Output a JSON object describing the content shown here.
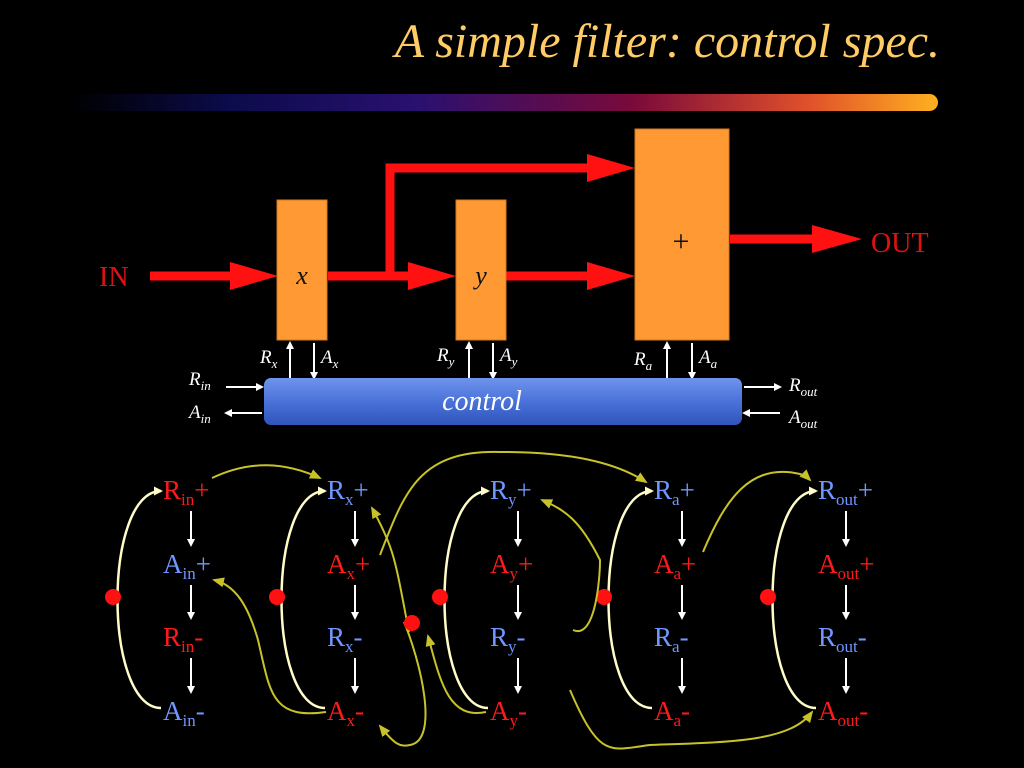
{
  "title": "A simple filter: control spec.",
  "colors": {
    "block_fill": "#ff9933",
    "wire": "#ff1111",
    "control_bar": "#4a72d8",
    "event_red": "#ff1a1a",
    "event_blue": "#6f97ff",
    "arc": "#fffcc8",
    "link": "#c8c22a",
    "marker": "#ff1111"
  },
  "datapath": {
    "input_label": "IN",
    "output_label": "OUT",
    "blocks": [
      {
        "id": "x",
        "label": "x"
      },
      {
        "id": "y",
        "label": "y"
      },
      {
        "id": "adder",
        "label": "+"
      }
    ],
    "control_label": "control",
    "handshake_signals": [
      {
        "base": "R",
        "sub": "x"
      },
      {
        "base": "A",
        "sub": "x"
      },
      {
        "base": "R",
        "sub": "y"
      },
      {
        "base": "A",
        "sub": "y"
      },
      {
        "base": "R",
        "sub": "a"
      },
      {
        "base": "A",
        "sub": "a"
      }
    ],
    "io_signals": [
      {
        "base": "R",
        "sub": "in"
      },
      {
        "base": "A",
        "sub": "in"
      },
      {
        "base": "R",
        "sub": "out"
      },
      {
        "base": "A",
        "sub": "out"
      }
    ]
  },
  "spec": {
    "columns": [
      {
        "name": "in",
        "events": [
          {
            "base": "R",
            "sub": "in",
            "sign": "+",
            "color": "red"
          },
          {
            "base": "A",
            "sub": "in",
            "sign": "+",
            "color": "blue"
          },
          {
            "base": "R",
            "sub": "in",
            "sign": "-",
            "color": "red"
          },
          {
            "base": "A",
            "sub": "in",
            "sign": "-",
            "color": "blue"
          }
        ]
      },
      {
        "name": "x",
        "events": [
          {
            "base": "R",
            "sub": "x",
            "sign": "+",
            "color": "blue"
          },
          {
            "base": "A",
            "sub": "x",
            "sign": "+",
            "color": "red"
          },
          {
            "base": "R",
            "sub": "x",
            "sign": "-",
            "color": "blue"
          },
          {
            "base": "A",
            "sub": "x",
            "sign": "-",
            "color": "red"
          }
        ]
      },
      {
        "name": "y",
        "events": [
          {
            "base": "R",
            "sub": "y",
            "sign": "+",
            "color": "blue"
          },
          {
            "base": "A",
            "sub": "y",
            "sign": "+",
            "color": "red"
          },
          {
            "base": "R",
            "sub": "y",
            "sign": "-",
            "color": "blue"
          },
          {
            "base": "A",
            "sub": "y",
            "sign": "-",
            "color": "red"
          }
        ]
      },
      {
        "name": "a",
        "events": [
          {
            "base": "R",
            "sub": "a",
            "sign": "+",
            "color": "blue"
          },
          {
            "base": "A",
            "sub": "a",
            "sign": "+",
            "color": "red"
          },
          {
            "base": "R",
            "sub": "a",
            "sign": "-",
            "color": "blue"
          },
          {
            "base": "A",
            "sub": "a",
            "sign": "-",
            "color": "red"
          }
        ]
      },
      {
        "name": "out",
        "events": [
          {
            "base": "R",
            "sub": "out",
            "sign": "+",
            "color": "blue"
          },
          {
            "base": "A",
            "sub": "out",
            "sign": "+",
            "color": "red"
          },
          {
            "base": "R",
            "sub": "out",
            "sign": "-",
            "color": "blue"
          },
          {
            "base": "A",
            "sub": "out",
            "sign": "-",
            "color": "red"
          }
        ]
      }
    ]
  }
}
